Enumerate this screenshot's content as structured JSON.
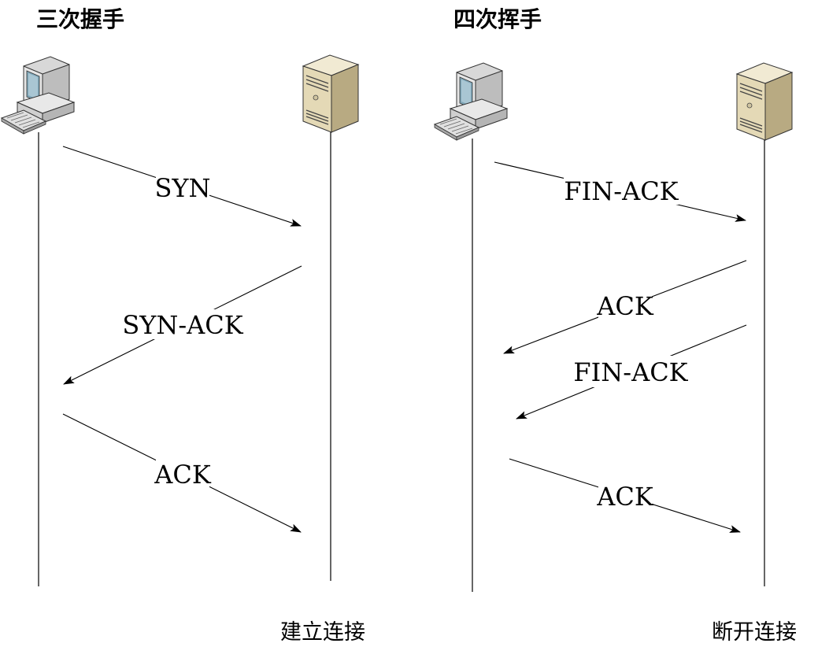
{
  "handshake": {
    "title": "三次握手",
    "messages": [
      {
        "label": "SYN",
        "direction": "client-to-server"
      },
      {
        "label": "SYN-ACK",
        "direction": "server-to-client"
      },
      {
        "label": "ACK",
        "direction": "client-to-server"
      }
    ],
    "caption": "建立连接"
  },
  "teardown": {
    "title": "四次挥手",
    "messages": [
      {
        "label": "FIN-ACK",
        "direction": "client-to-server"
      },
      {
        "label": "ACK",
        "direction": "server-to-client"
      },
      {
        "label": "FIN-ACK",
        "direction": "server-to-client"
      },
      {
        "label": "ACK",
        "direction": "client-to-server"
      }
    ],
    "caption": "断开连接"
  },
  "icons": {
    "client": "desktop-computer-icon",
    "server": "tower-server-icon"
  }
}
